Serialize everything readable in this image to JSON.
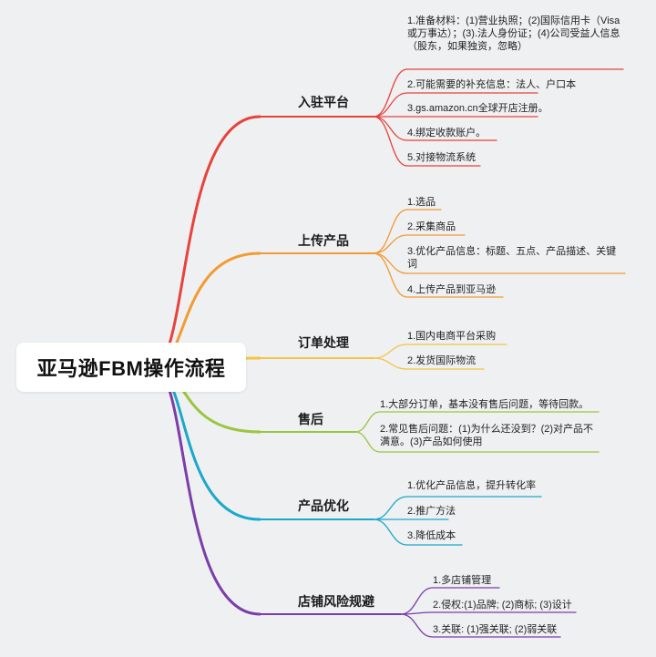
{
  "root": {
    "title": "亚马逊FBM操作流程"
  },
  "branches": [
    {
      "label": "入驻平台",
      "color": "#e8423b",
      "items": [
        "1.准备材料：(1)营业执照；(2)国际信用卡（Visa或万事达）；(3).法人身份证；(4)公司受益人信息（股东，如果独资，忽略）",
        "2.可能需要的补充信息：法人、户口本",
        "3.gs.amazon.cn全球开店注册。",
        "4.绑定收款账户。",
        "5.对接物流系统"
      ]
    },
    {
      "label": "上传产品",
      "color": "#f39a33",
      "items": [
        "1.选品",
        "2.采集商品",
        "3.优化产品信息：标题、五点、产品描述、关键词",
        "4.上传产品到亚马逊"
      ]
    },
    {
      "label": "订单处理",
      "color": "#f6c343",
      "items": [
        "1.国内电商平台采购",
        "2.发货国际物流"
      ]
    },
    {
      "label": "售后",
      "color": "#9bc53d",
      "items": [
        "1.大部分订单，基本没有售后问题，等待回款。",
        "2.常见售后问题：(1)为什么还没到？(2)对产品不满意。(3)产品如何使用"
      ]
    },
    {
      "label": "产品优化",
      "color": "#1ba8c9",
      "items": [
        "1.优化产品信息，提升转化率",
        "2.推广方法",
        "3.降低成本"
      ]
    },
    {
      "label": "店铺风险规避",
      "color": "#7b3ea8",
      "items": [
        "1.多店铺管理",
        "2.侵权:(1)品牌; (2)商标; (3)设计",
        "3.关联: (1)强关联; (2)弱关联"
      ]
    }
  ]
}
